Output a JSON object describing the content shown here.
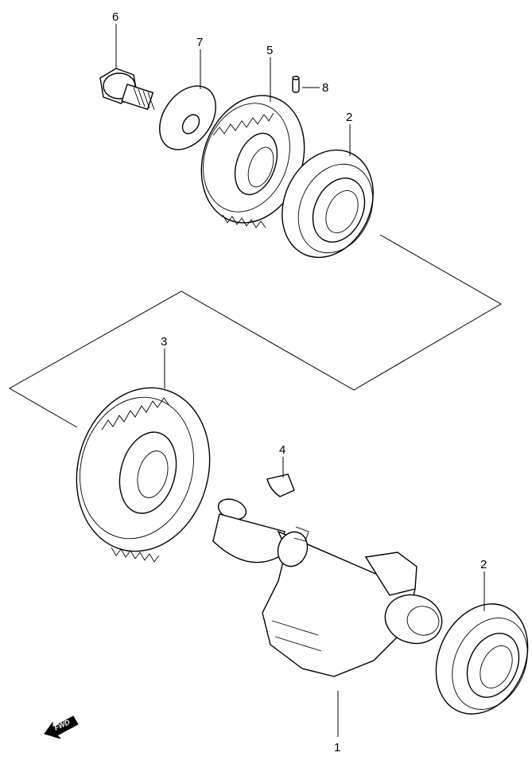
{
  "callouts": [
    {
      "id": "p6",
      "label": "6"
    },
    {
      "id": "p7",
      "label": "7"
    },
    {
      "id": "p5",
      "label": "5"
    },
    {
      "id": "p8",
      "label": "8"
    },
    {
      "id": "p2a",
      "label": "2"
    },
    {
      "id": "p3",
      "label": "3"
    },
    {
      "id": "p4",
      "label": "4"
    },
    {
      "id": "p2b",
      "label": "2"
    },
    {
      "id": "p1",
      "label": "1"
    }
  ],
  "fwd": {
    "label": "FWD"
  }
}
